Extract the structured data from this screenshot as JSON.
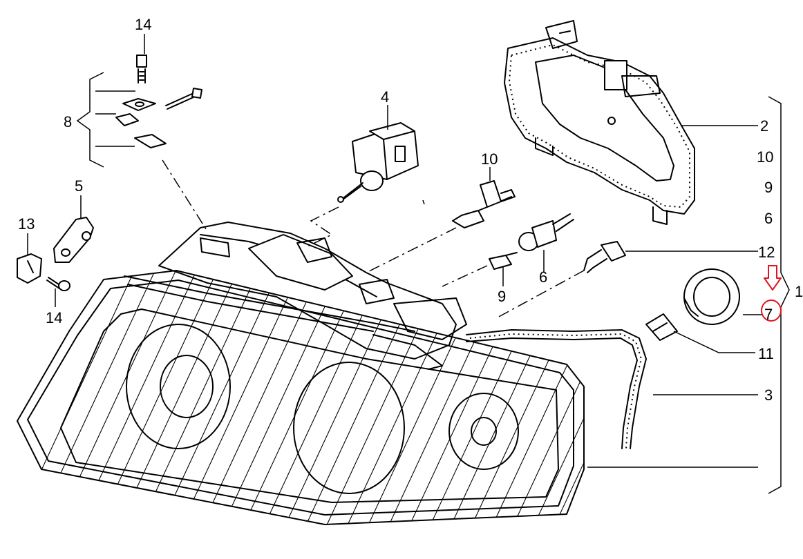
{
  "callouts": {
    "c1": "1",
    "c2": "2",
    "c3": "3",
    "c4": "4",
    "c5": "5",
    "c6_right": "6",
    "c6_lower": "6",
    "c7": "7",
    "c8": "8",
    "c9_right": "9",
    "c9_lower": "9",
    "c10_right": "10",
    "c10_upper": "10",
    "c11": "11",
    "c12": "12",
    "c13": "13",
    "c14_top": "14",
    "c14_bottom": "14"
  },
  "highlight": {
    "color": "#e0141e",
    "marker": "down-arrow-icon",
    "target": "7"
  }
}
